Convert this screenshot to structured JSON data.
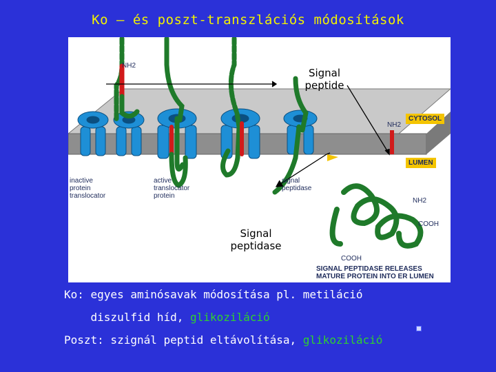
{
  "title": "Ko – és poszt-transzlációs módosítások",
  "diagram": {
    "nh2_top": "NH2",
    "signal_peptide": "Signal\npeptide",
    "cytosol": "CYTOSOL",
    "lumen": "LUMEN",
    "nh2_right": "NH2",
    "nh2_lower": "NH2",
    "cooh_right": "COOH",
    "cooh_bottom": "COOH",
    "inactive_translocator": "inactive\nprotein\ntranslocator",
    "active_translocator": "active\ntranslocator\nprotein",
    "signal_peptidase_small": "signal\npeptidase",
    "signal_peptidase_big": "Signal\npeptidase",
    "caption": "SIGNAL PEPTIDASE RELEASES\nMATURE PROTEIN INTO ER LUMEN",
    "colors": {
      "membrane": "#9a9a9a",
      "translocator": "#1e8fd6",
      "protein": "#1f7a2a",
      "signal": "#d11a1a",
      "background": "#2b31d8",
      "title": "#f2f200",
      "highlight": "#2fd12f"
    }
  },
  "text": {
    "line1_prefix": "Ko: egyes aminósavak módosítása pl. metiláció",
    "line2_prefix": "    diszulfid híd, ",
    "line2_highlight": "glikoziláció",
    "line3_prefix": "Poszt: szignál peptid eltávolítása, ",
    "line3_highlight": "glikoziláció"
  }
}
